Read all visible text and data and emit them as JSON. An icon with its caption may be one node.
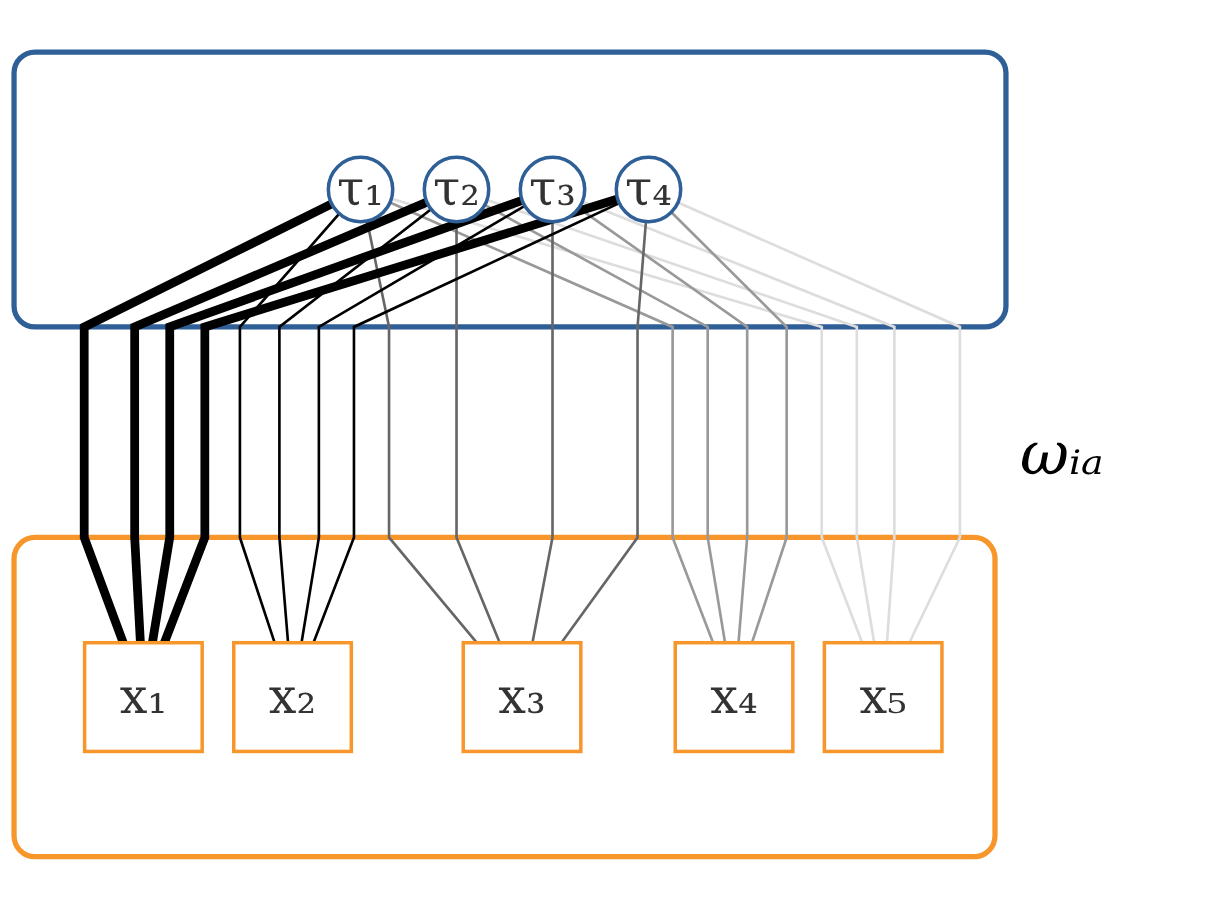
{
  "diagram": {
    "nodes": [
      {
        "text": [],
        "shape": "box"
      },
      {
        "text": [
          "τ₁"
        ],
        "in": 0
      },
      {
        "text": [
          "τ₂"
        ],
        "in": 0
      },
      {
        "text": [
          "τ₃"
        ],
        "in": 0
      },
      {
        "text": [
          "τ₄"
        ],
        "in": 0
      },
      {
        "text": [],
        "shape": "box"
      },
      {
        "text": [
          "x₁"
        ],
        "in": 5
      },
      {
        "text": [
          "x₂"
        ],
        "in": 5
      },
      {
        "text": [
          "x₃"
        ],
        "in": 5
      },
      {
        "text": [
          "x₄"
        ],
        "in": 5
      },
      {
        "text": [
          "x₅"
        ],
        "in": 5
      }
    ],
    "edges": [
      {
        "from": 1,
        "to": 6,
        "arrow": "none",
        "style": "thick"
      },
      {
        "from": 1,
        "to": 7,
        "arrow": "none"
      },
      {
        "from": 1,
        "to": 8,
        "arrow": "none",
        "color": "#666666"
      },
      {
        "from": 1,
        "to": 9,
        "arrow": "none",
        "color": "#999999"
      },
      {
        "from": 1,
        "to": 10,
        "arrow": "none",
        "color": "#dddddd"
      },
      {
        "from": 2,
        "to": 6,
        "arrow": "none",
        "style": "thick"
      },
      {
        "from": 2,
        "to": 7,
        "arrow": "none"
      },
      {
        "from": 2,
        "to": 8,
        "arrow": "none",
        "color": "#666666"
      },
      {
        "from": 2,
        "to": 9,
        "arrow": "none",
        "color": "#999999"
      },
      {
        "from": 2,
        "to": 10,
        "arrow": "none",
        "color": "#dddddd"
      },
      {
        "from": 3,
        "to": 6,
        "arrow": "none",
        "style": "thick"
      },
      {
        "from": 3,
        "to": 7,
        "arrow": "none"
      },
      {
        "from": 3,
        "to": 8,
        "arrow": "none",
        "color": "#666666"
      },
      {
        "from": 3,
        "to": 9,
        "arrow": "none",
        "color": "#999999"
      },
      {
        "from": 3,
        "to": 10,
        "arrow": "none",
        "color": "#dddddd"
      },
      {
        "from": 4,
        "to": 6,
        "arrow": "none",
        "style": "thick"
      },
      {
        "from": 4,
        "to": 7,
        "arrow": "none"
      },
      {
        "from": 4,
        "to": 8,
        "arrow": "none",
        "color": "#666666"
      },
      {
        "from": 4,
        "to": 9,
        "arrow": "none",
        "color": "#999999"
      },
      {
        "from": 4,
        "to": 10,
        "arrow": "none",
        "color": "#dddddd"
      }
    ],
    "labels": [
      "ωᵢₐ"
    ]
  }
}
